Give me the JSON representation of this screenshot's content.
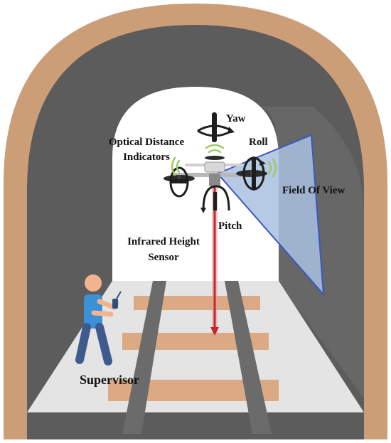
{
  "labels": {
    "yaw": "Yaw",
    "roll": "Roll",
    "optical_line1": "Optical Distance",
    "optical_line2": "Indicators",
    "field_of_view": "Field Of View",
    "pitch": "Pitch",
    "infrared_line1": "Infrared Height",
    "infrared_line2": "Sensor",
    "supervisor": "Supervisor"
  },
  "colors": {
    "tunnel_outer": "#cc9e78",
    "tunnel_wall": "#5c5c5c",
    "tunnel_opening": "#ffffff",
    "far_wall": "#8a8a8a",
    "floor": "#e6e6e6",
    "rail": "#6b6b6b",
    "sleeper": "#dba983",
    "fov_fill": "#a9bfe0",
    "fov_stroke": "#3a58c0",
    "laser": "#c0282b",
    "signal": "#9ccc65",
    "person_shirt": "#3b90d6",
    "person_pants": "#3f5a8c",
    "person_skin": "#f2b48f"
  }
}
